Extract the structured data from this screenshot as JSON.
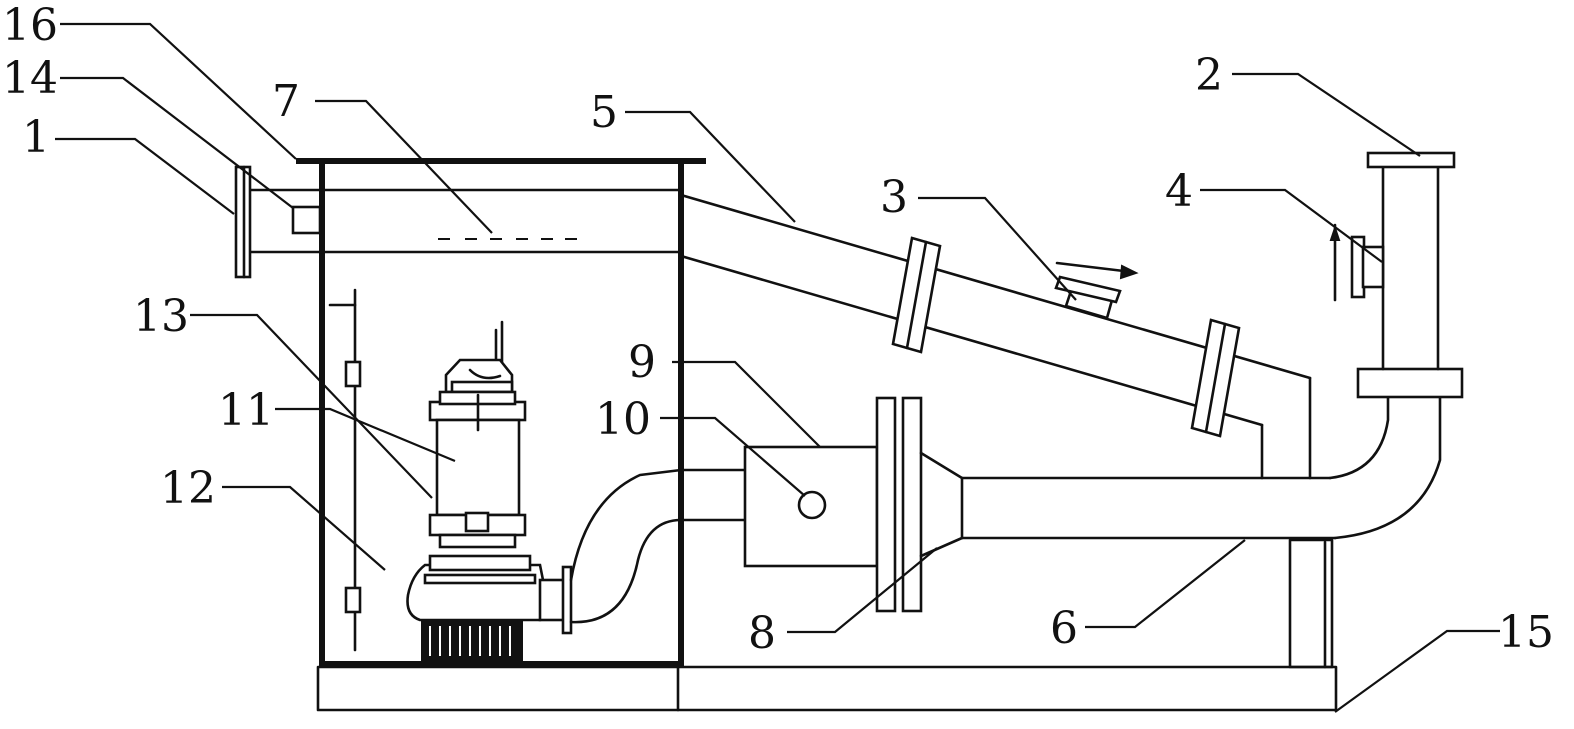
{
  "labels": {
    "n1": "1",
    "n2": "2",
    "n3": "3",
    "n4": "4",
    "n5": "5",
    "n6": "6",
    "n7": "7",
    "n8": "8",
    "n9": "9",
    "n10": "10",
    "n11": "11",
    "n12": "12",
    "n13": "13",
    "n14": "14",
    "n15": "15",
    "n16": "16"
  }
}
